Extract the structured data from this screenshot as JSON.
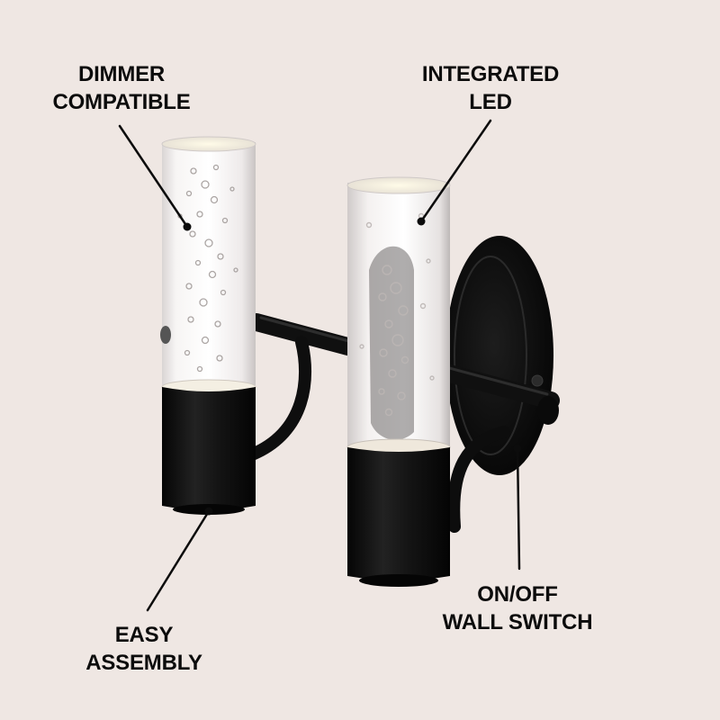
{
  "callouts": {
    "dimmer": {
      "line1": "DIMMER",
      "line2": "COMPATIBLE"
    },
    "led": {
      "line1": "INTEGRATED",
      "line2": "LED"
    },
    "easy": {
      "line1": "EASY",
      "line2": "ASSEMBLY"
    },
    "switch": {
      "line1": "ON/OFF",
      "line2": "WALL SWITCH"
    }
  },
  "colors": {
    "background": "#efe7e3",
    "metal": "#111111",
    "text": "#0c0c0c"
  }
}
